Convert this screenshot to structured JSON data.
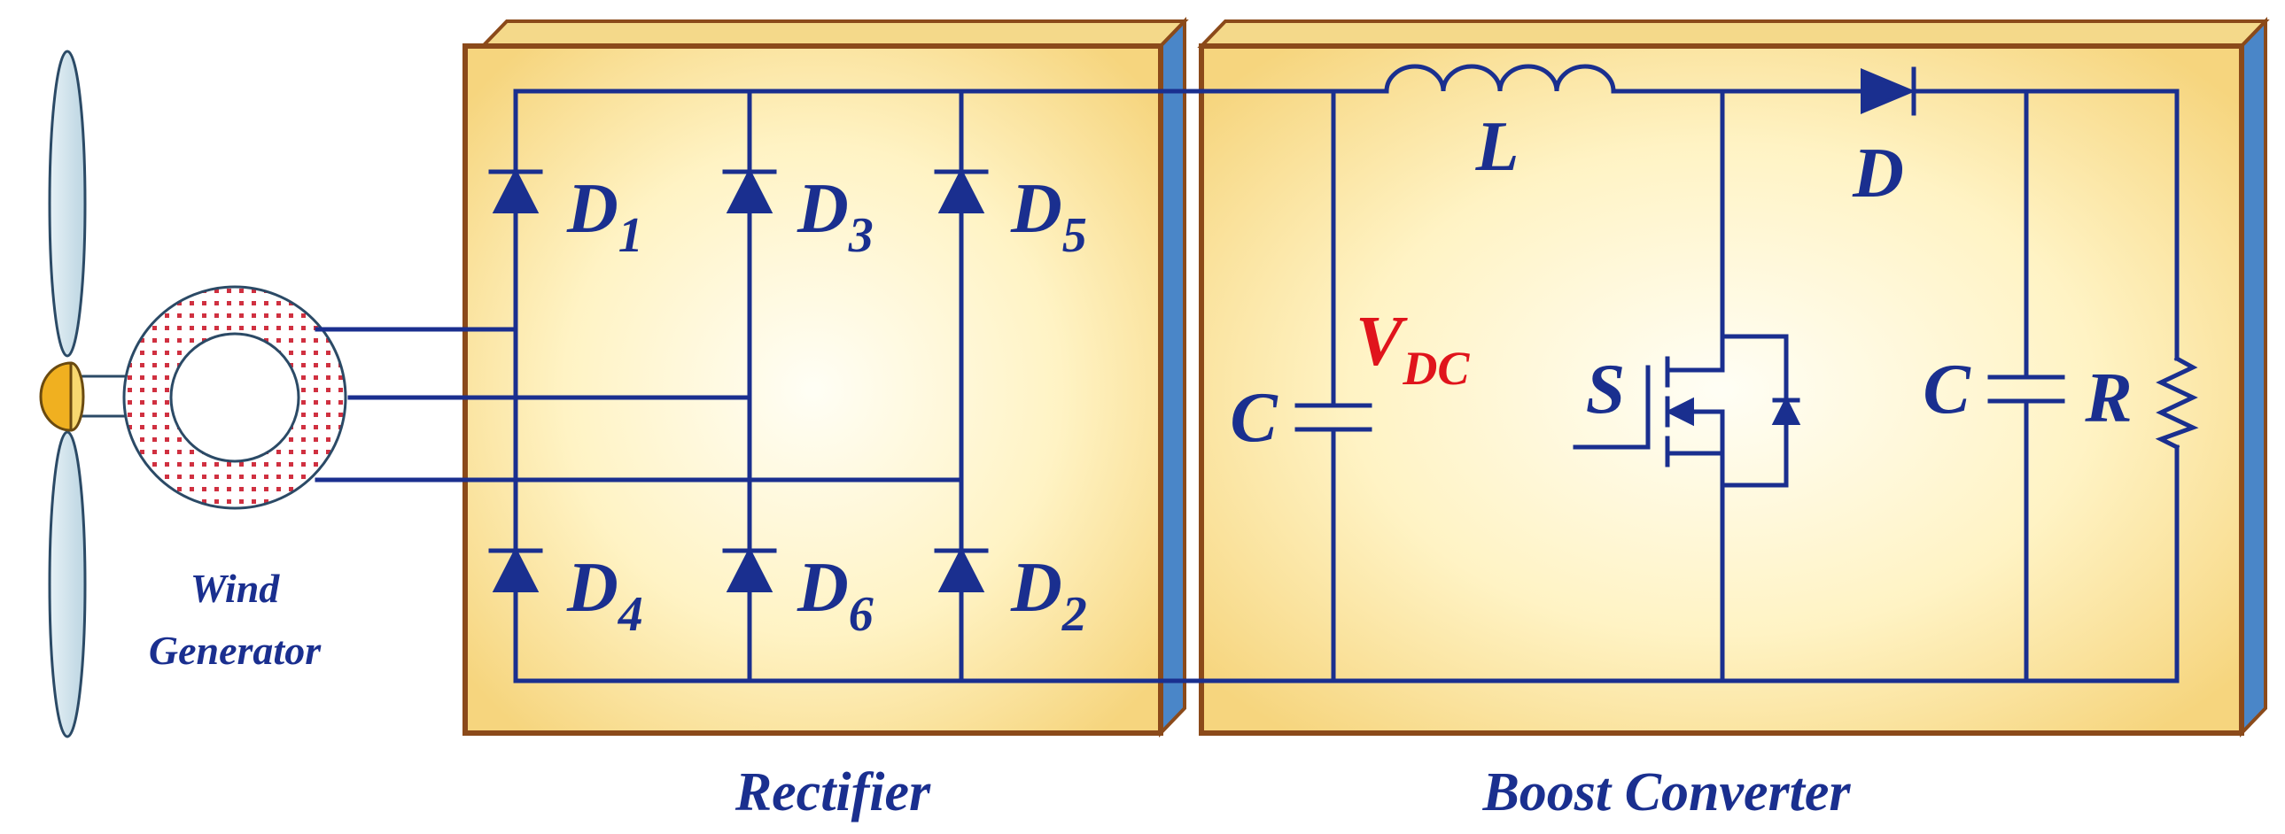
{
  "colors": {
    "wire": "#1a2f8f",
    "label": "#1a2f8f",
    "highlight_label": "#e0141c",
    "panel_fill_center": "#fffbe6",
    "panel_fill_edge": "#f7dc8a",
    "panel_border": "#8b4a1a",
    "panel_side": "#4a86c8",
    "hub": "#f0b020",
    "generator_dots": "#d03040"
  },
  "icons": {
    "turbine": "wind-turbine-icon",
    "generator": "generator-icon",
    "diode": "diode-symbol-icon",
    "inductor": "inductor-symbol-icon",
    "capacitor": "capacitor-symbol-icon",
    "resistor": "resistor-symbol-icon",
    "switch": "mosfet-symbol-icon"
  },
  "generator": {
    "line1": "Wind",
    "line2": "Generator"
  },
  "rectifier": {
    "caption": "Rectifier",
    "diodes": [
      {
        "main": "D",
        "sub": "1"
      },
      {
        "main": "D",
        "sub": "3"
      },
      {
        "main": "D",
        "sub": "5"
      },
      {
        "main": "D",
        "sub": "4"
      },
      {
        "main": "D",
        "sub": "6"
      },
      {
        "main": "D",
        "sub": "2"
      }
    ]
  },
  "boost": {
    "caption": "Boost Converter",
    "inductor": "L",
    "diode": "D",
    "input_cap": "C",
    "vdc_main": "V",
    "vdc_sub": "DC",
    "switch": "S",
    "output_cap": "C",
    "resistor": "R"
  }
}
